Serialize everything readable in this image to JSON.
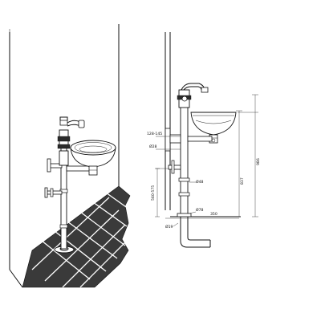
{
  "drawing": {
    "dimensions": {
      "wall_offset": "128-145",
      "pipe_size": "Ø28",
      "vertical_range": "560-575",
      "inlet_pipe": "Ø48",
      "base_plate": "Ø78",
      "drain_pipe": "Ø19",
      "depth": "350",
      "basin_height": "837",
      "overall_height": "986"
    }
  }
}
